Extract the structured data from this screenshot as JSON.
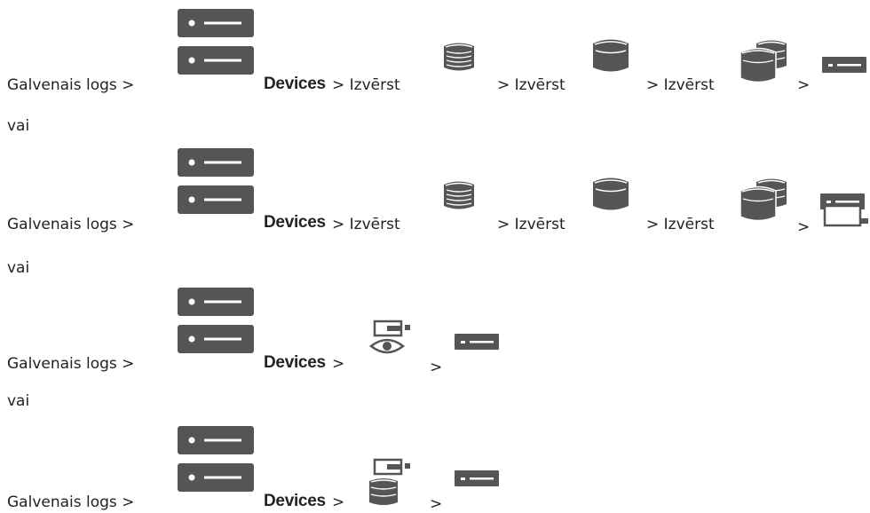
{
  "paths": [
    {
      "start": "Galvenais logs >",
      "devices": "Devices",
      "steps": [
        {
          "sep": "> Izvērst",
          "icon": "database-small-icon"
        },
        {
          "sep": "> Izvērst",
          "icon": "database-icon"
        },
        {
          "sep": "> Izvērst",
          "icon": "database-pair-icon"
        },
        {
          "sep": ">",
          "icon": "device-icon"
        }
      ]
    },
    {
      "start": "Galvenais logs >",
      "devices": "Devices",
      "steps": [
        {
          "sep": "> Izvērst",
          "icon": "database-small-icon"
        },
        {
          "sep": "> Izvērst",
          "icon": "database-icon"
        },
        {
          "sep": "> Izvērst",
          "icon": "database-pair-icon"
        },
        {
          "sep": ">",
          "icon": "device-with-monitor-icon"
        }
      ]
    },
    {
      "start": "Galvenais logs >",
      "devices": "Devices",
      "steps": [
        {
          "sep": ">",
          "icon": "device-eye-icon"
        },
        {
          "sep": ">",
          "icon": "device-icon"
        }
      ]
    },
    {
      "start": "Galvenais logs >",
      "devices": "Devices",
      "steps": [
        {
          "sep": ">",
          "icon": "device-database-icon"
        },
        {
          "sep": ">",
          "icon": "device-icon"
        }
      ]
    }
  ],
  "separators": [
    "vai",
    "vai",
    "vai"
  ]
}
